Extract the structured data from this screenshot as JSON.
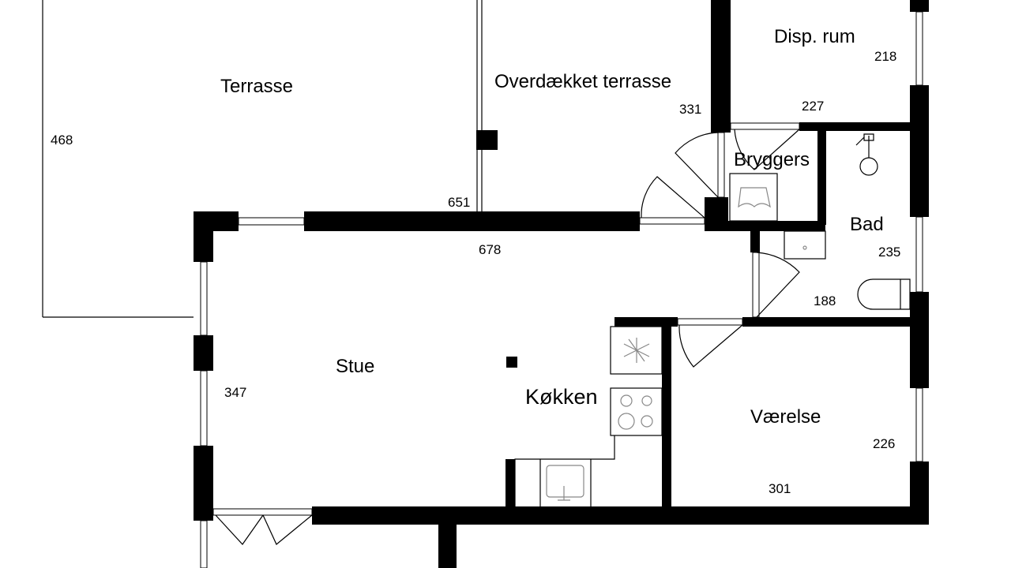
{
  "rooms": {
    "terrasse": {
      "label": "Terrasse",
      "dim": "468",
      "dim2": "651"
    },
    "overdaekket": {
      "label": "Overdækket terrasse",
      "dim": "331"
    },
    "disp": {
      "label": "Disp. rum",
      "dim": "218",
      "dim2": "227"
    },
    "bryggers": {
      "label": "Bryggers"
    },
    "bad": {
      "label": "Bad",
      "dim": "235",
      "dim2": "188"
    },
    "stue": {
      "label": "Stue",
      "dim": "678",
      "dim2": "347"
    },
    "kokken": {
      "label": "Køkken"
    },
    "vaerelse": {
      "label": "Værelse",
      "dim": "226",
      "dim2": "301"
    }
  },
  "colors": {
    "wall": "#000000",
    "fixture": "#888888"
  }
}
